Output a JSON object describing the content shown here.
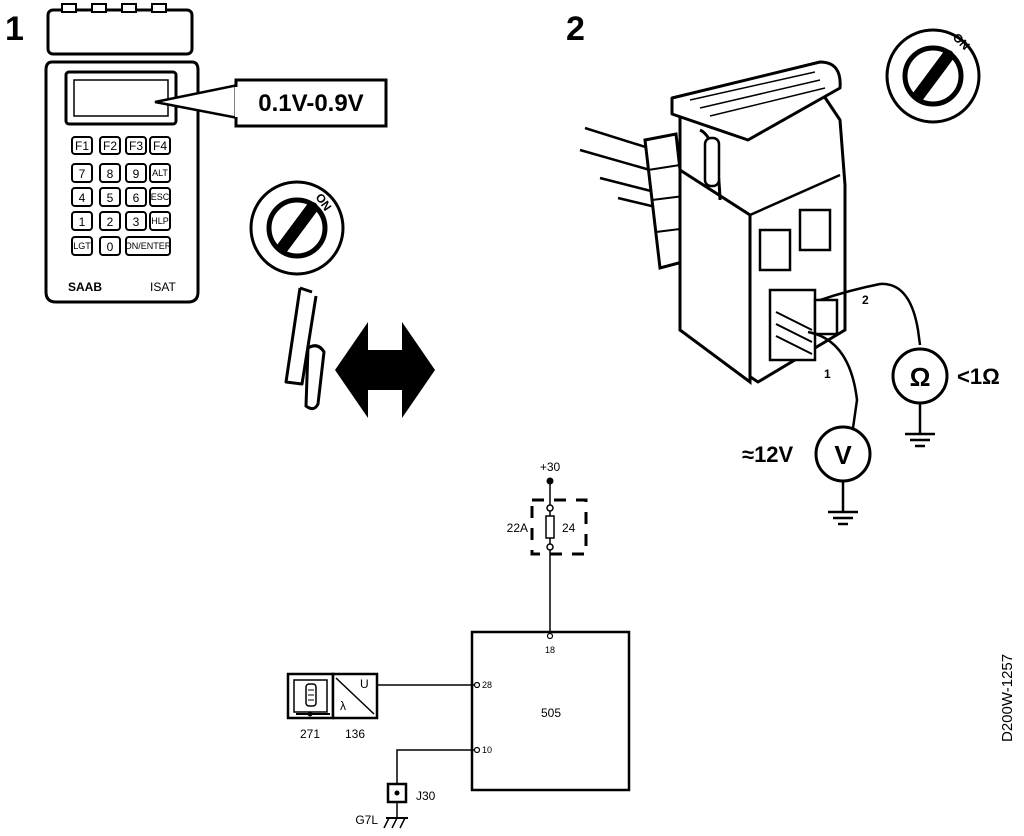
{
  "steps": {
    "step1": "1",
    "step2": "2"
  },
  "tester": {
    "reading": "0.1V-0.9V",
    "brand": "SAAB",
    "model": "ISAT",
    "keys": {
      "row1": [
        "F1",
        "F2",
        "F3",
        "F4"
      ],
      "row2": [
        "7",
        "8",
        "9",
        "ALT"
      ],
      "row3": [
        "4",
        "5",
        "6",
        "ESC"
      ],
      "row4": [
        "1",
        "2",
        "3",
        "HLP"
      ],
      "row5": [
        "LGT",
        "0",
        "ON/ENTER"
      ]
    }
  },
  "ignition": {
    "label": "ON"
  },
  "connector": {
    "pin1": "1",
    "pin2": "2",
    "voltmeter_symbol": "V",
    "voltage_reading": "≈12V",
    "ohmmeter_symbol": "Ω",
    "resistance_reading": "<1Ω"
  },
  "wiring": {
    "supply": "+30",
    "fusebox": "22A",
    "fuse": "24",
    "ecu": "505",
    "ecu_pin_supply": "18",
    "ecu_pin_signal": "28",
    "ecu_pin_ground": "10",
    "heater": "271",
    "sensor": "136",
    "sensor_top": "U",
    "sensor_bottom": "λ",
    "ground_point": "G7L",
    "junction": "J30"
  },
  "figure_id": "D200W-1257"
}
